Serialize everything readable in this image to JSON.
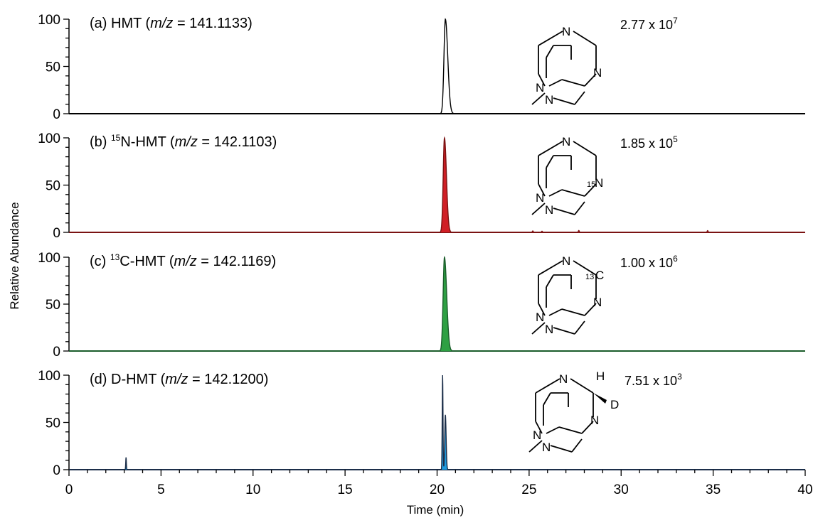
{
  "chart_data": {
    "type": "line",
    "xlabel": "Time (min)",
    "ylabel": "Relative Abundance",
    "xlim": [
      0,
      40
    ],
    "ylim": [
      0,
      100
    ],
    "x_ticks": [
      "0",
      "5",
      "10",
      "15",
      "20",
      "25",
      "30",
      "35",
      "40"
    ],
    "y_ticks": [
      "0",
      "50",
      "100"
    ],
    "grid": false,
    "panels": [
      {
        "label_prefix": "(a) HMT (",
        "label_super": "",
        "label_middle": "",
        "mz": "m/z",
        "label_value": " = 141.1133)",
        "intensity": "2.77 x 10",
        "intensity_exp": "7",
        "color": "#000000",
        "fill": "none",
        "structure": "plain",
        "peaks": [
          {
            "rt": 20.45,
            "height": 100,
            "width": 0.18,
            "tail": 0.35
          }
        ]
      },
      {
        "label_prefix": "(b) ",
        "label_super": "15",
        "label_middle": "N-HMT (",
        "mz": "m/z",
        "label_value": " = 142.1103)",
        "intensity": "1.85 x 10",
        "intensity_exp": "5",
        "color": "#7a1212",
        "fill": "#d01f26",
        "structure": "15N",
        "iso_color": "#e02020",
        "peaks": [
          {
            "rt": 20.4,
            "height": 100,
            "width": 0.16,
            "tail": 0.3
          },
          {
            "rt": 25.2,
            "height": 1.5,
            "width": 0.06,
            "tail": 0
          },
          {
            "rt": 25.7,
            "height": 1.2,
            "width": 0.06,
            "tail": 0
          },
          {
            "rt": 27.7,
            "height": 2,
            "width": 0.06,
            "tail": 0
          },
          {
            "rt": 34.7,
            "height": 1.8,
            "width": 0.06,
            "tail": 0
          }
        ]
      },
      {
        "label_prefix": "(c) ",
        "label_super": "13",
        "label_middle": "C-HMT (",
        "mz": "m/z",
        "label_value": " = 142.1169)",
        "intensity": "1.00 x 10",
        "intensity_exp": "6",
        "color": "#1a5c2a",
        "fill": "#2ea043",
        "structure": "13C",
        "iso_color": "#2a8a3a",
        "peaks": [
          {
            "rt": 20.4,
            "height": 100,
            "width": 0.17,
            "tail": 0.35
          }
        ]
      },
      {
        "label_prefix": "(d) D-HMT (",
        "label_super": "",
        "label_middle": "",
        "mz": "m/z",
        "label_value": " = 142.1200)",
        "intensity": "7.51 x 10",
        "intensity_exp": "3",
        "color": "#1c2f4a",
        "fill": "#1e9be0",
        "structure": "D",
        "iso_color": "#2f7fc0",
        "peaks": [
          {
            "rt": 3.1,
            "height": 13,
            "width": 0.04,
            "tail": 0
          },
          {
            "rt": 20.3,
            "height": 100,
            "width": 0.05,
            "tail": 0
          },
          {
            "rt": 20.45,
            "height": 58,
            "width": 0.08,
            "tail": 0.1
          }
        ]
      }
    ]
  },
  "structure_labels": {
    "n": "N",
    "iso_n": "15",
    "iso_c": "13",
    "c": "C",
    "h": "H",
    "d": "D"
  }
}
